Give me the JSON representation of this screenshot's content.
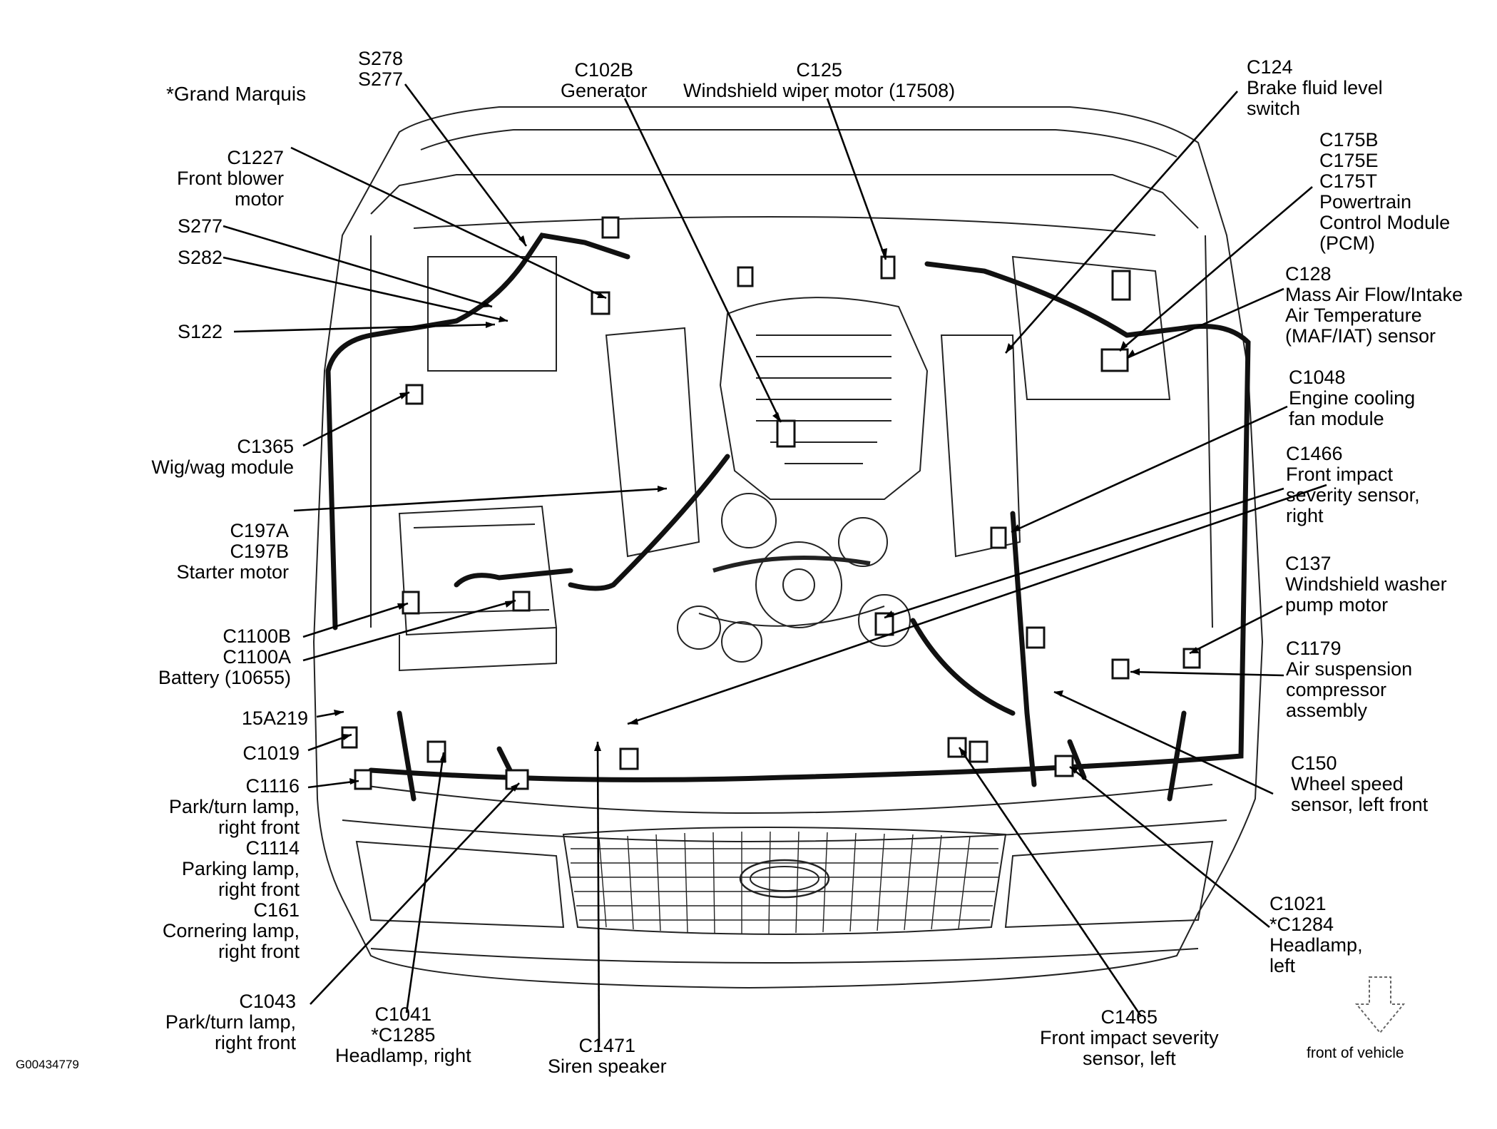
{
  "note": "*Grand Marquis",
  "figure_id": "G00434779",
  "front_of_vehicle": "front of vehicle",
  "labels": {
    "s278": [
      "S278",
      "S277"
    ],
    "c102b": [
      "C102B",
      "Generator"
    ],
    "c125": [
      "C125",
      "Windshield wiper motor (17508)"
    ],
    "c124": [
      "C124",
      "Brake fluid level",
      "switch"
    ],
    "c175": [
      "C175B",
      "C175E",
      "C175T",
      "Powertrain",
      "Control Module",
      "(PCM)"
    ],
    "c128": [
      "C128",
      "Mass Air Flow/Intake",
      "Air Temperature",
      "(MAF/IAT) sensor"
    ],
    "c1048": [
      "C1048",
      "Engine cooling",
      "fan module"
    ],
    "c1466": [
      "C1466",
      "Front impact",
      "severity sensor,",
      "right"
    ],
    "c137": [
      "C137",
      "Windshield washer",
      "pump motor"
    ],
    "c1179": [
      "C1179",
      "Air suspension",
      "compressor",
      "assembly"
    ],
    "c150": [
      "C150",
      "Wheel speed",
      "sensor, left front"
    ],
    "c1021": [
      "C1021",
      "*C1284",
      "Headlamp,",
      "left"
    ],
    "c1465": [
      "C1465",
      "Front impact severity",
      "sensor, left"
    ],
    "c1471": [
      "C1471",
      "Siren speaker"
    ],
    "c1041": [
      "C1041",
      "*C1285",
      "Headlamp, right"
    ],
    "c1043": [
      "C1043",
      "Park/turn lamp,",
      "right front"
    ],
    "c1116": [
      "C1116",
      "Park/turn lamp,",
      "right front",
      "C1114",
      "Parking lamp,",
      "right front",
      "C161",
      "Cornering lamp,",
      "right front"
    ],
    "c1019": [
      "C1019"
    ],
    "a15a219": [
      "15A219"
    ],
    "c1100": [
      "C1100B",
      "C1100A",
      "Battery (10655)"
    ],
    "c197": [
      "C197A",
      "C197B",
      "Starter motor"
    ],
    "c1365": [
      "C1365",
      "Wig/wag module"
    ],
    "s122": [
      "S122"
    ],
    "s282": [
      "S282"
    ],
    "s277": [
      "S277"
    ],
    "c1227": [
      "C1227",
      "Front blower",
      "motor"
    ]
  }
}
